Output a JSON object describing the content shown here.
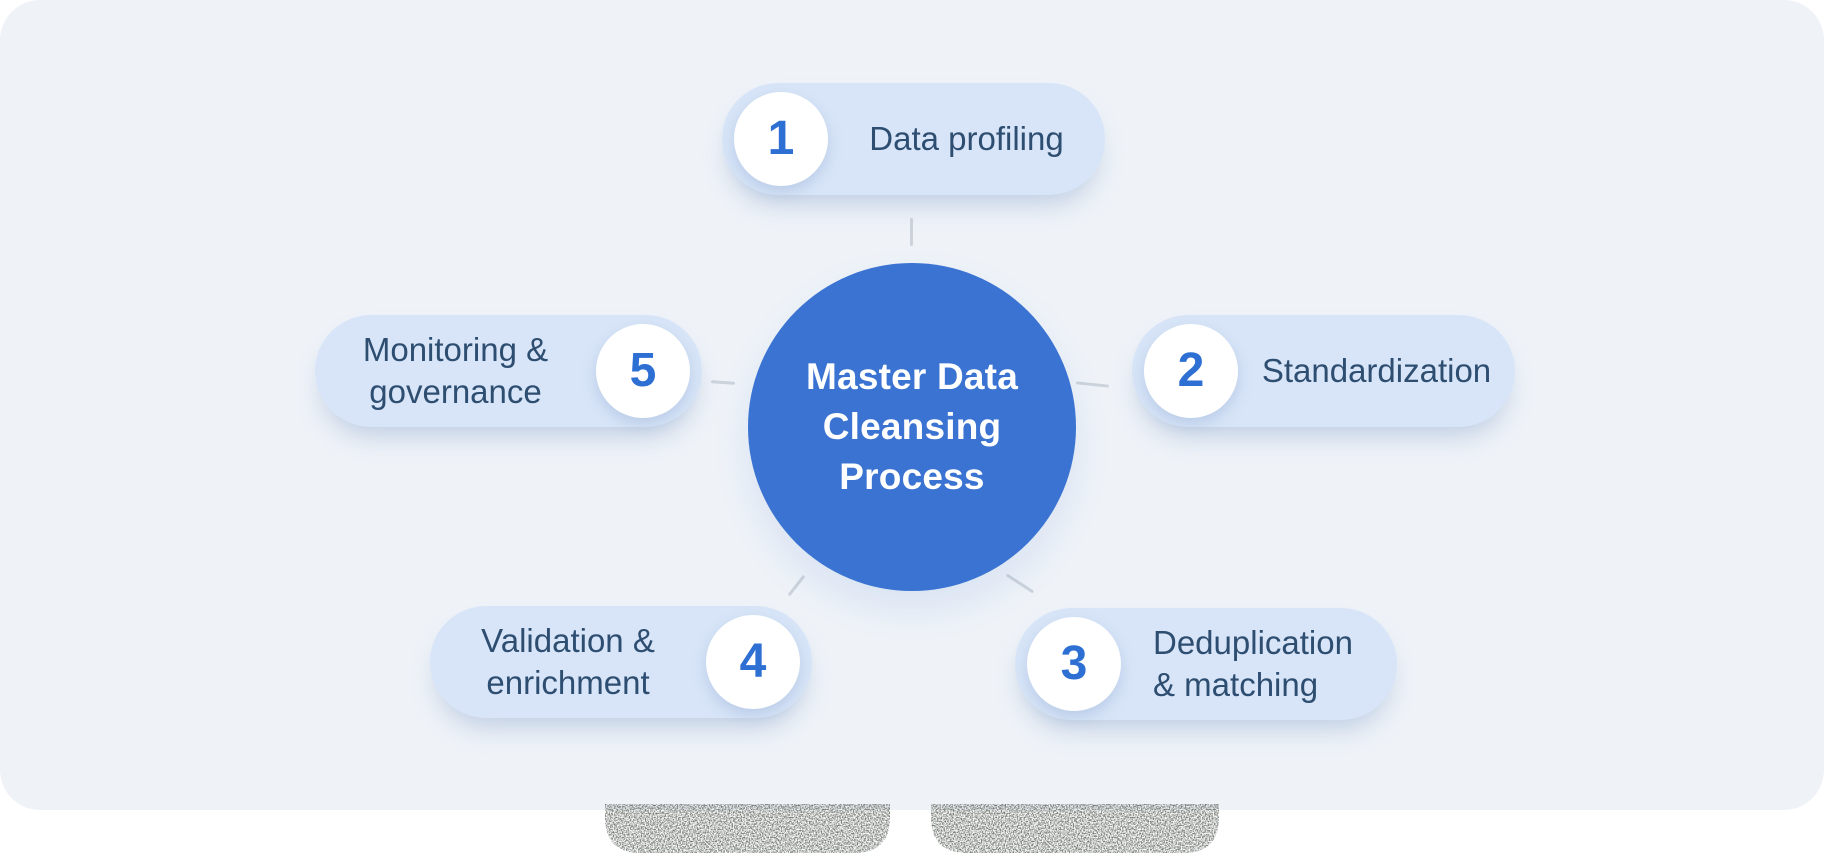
{
  "diagram": {
    "center": {
      "title_line1": "Master Data",
      "title_line2": "Cleansing Process"
    },
    "steps": [
      {
        "number": "1",
        "position": "top",
        "badge_side": "left",
        "label_line1": "Data profiling",
        "label_line2": ""
      },
      {
        "number": "2",
        "position": "right",
        "badge_side": "left",
        "label_line1": "Standardization",
        "label_line2": ""
      },
      {
        "number": "3",
        "position": "bottom-right",
        "badge_side": "left",
        "label_line1": "Deduplication",
        "label_line2": "& matching"
      },
      {
        "number": "4",
        "position": "bottom-left",
        "badge_side": "right",
        "label_line1": "Validation &",
        "label_line2": "enrichment"
      },
      {
        "number": "5",
        "position": "left",
        "badge_side": "right",
        "label_line1": "Monitoring &",
        "label_line2": "governance"
      }
    ],
    "colors": {
      "page_background": "#ffffff",
      "panel_background": "#eff3f8",
      "pill_background": "#d8e5f8",
      "badge_background": "#ffffff",
      "number_color": "#2e6fd3",
      "label_color": "#2e4e71",
      "center_circle": "#3a73d1",
      "center_text": "#ffffff",
      "connector": "#ccd3db",
      "noise_blob": "#262b27"
    }
  }
}
